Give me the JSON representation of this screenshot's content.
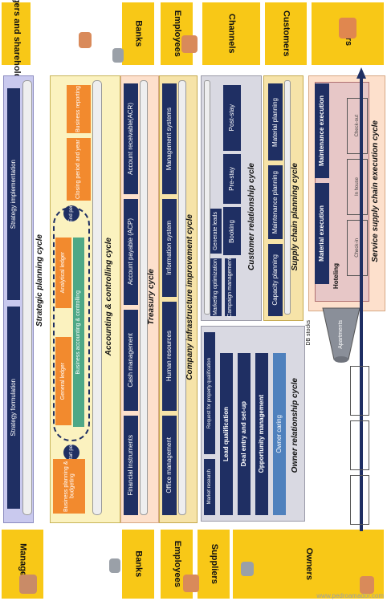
{
  "headers_top": [
    "Managers and shareholders",
    "Banks",
    "Employees",
    "Channels",
    "Customers",
    "Users"
  ],
  "headers_bottom": [
    "Managers",
    "Banks",
    "Employees",
    "Suppliers",
    "Owners"
  ],
  "strategic": {
    "cycle": "Strategic planning cycle",
    "implementation": "Strategy implementation",
    "formulation": "Strategy formulation"
  },
  "accounting": {
    "cycle": "Accounting & controlling cycle",
    "business_reporting": "Business reporting",
    "closing": "Closing period and year",
    "end_per": "End per",
    "analytical_ledger": "Analytical ledger",
    "general_ledger": "General ledger",
    "bac": "Business accounting & controlling",
    "start_per": "Start per",
    "planning": "Business planning & budgeting"
  },
  "treasury": {
    "cycle": "Treasury cycle",
    "acr": "Account receivable(ACR)",
    "acp": "Account payable (ACP)",
    "cash": "Cash management",
    "fin": "Financial instruments"
  },
  "infra": {
    "cycle": "Company infrastructure improvement cycle",
    "mgmt_systems": "Management systems",
    "info_system": "Information system",
    "hr": "Human resources",
    "office": "Office management"
  },
  "customer": {
    "cycle": "Customer relationship cycle",
    "post_stay": "Post-stay",
    "pre_stay": "Pre-stay",
    "booking": "Booking",
    "gen_leads": "Generate leads",
    "marketing_opt": "Marketing optimization",
    "campaign": "Campaign management"
  },
  "supply": {
    "cycle": "Supply chain planning cycle",
    "material_planning": "Material planning",
    "maintenance_planning": "Maintenance planning",
    "capacity_planning": "Capacity planning"
  },
  "service": {
    "cycle": "Service supply chain execution cycle",
    "maintenance_exec": "Maintenance execution",
    "material_exec": "Material execution",
    "hoteling": "Hoteling",
    "check_out": "Check-out",
    "in_house": "In house",
    "check_in": "Check-in",
    "db_stocks": "DB stocks",
    "apartments": "Apartments"
  },
  "owner": {
    "cycle": "Owner relationship cycle",
    "request": "Request for property qualification",
    "market": "Market research",
    "lead": "Lead qualification",
    "deal": "Deal entry and set-up",
    "opportunity": "Opportunity management",
    "caring": "Owner caring"
  },
  "watermark": "www.pedroamador.com",
  "colors": {
    "header": "#f8c817",
    "navy": "#1f2f63",
    "orange": "#f28a2e",
    "green": "#4ea886",
    "blue": "#4f81bd",
    "lavender": "#c9c9ee",
    "light_yellow": "#fbf2bf",
    "peach": "#fde0cc",
    "tan": "#f6e3a8",
    "grey": "#d9d9e2",
    "pink": "#e7c7c7"
  }
}
